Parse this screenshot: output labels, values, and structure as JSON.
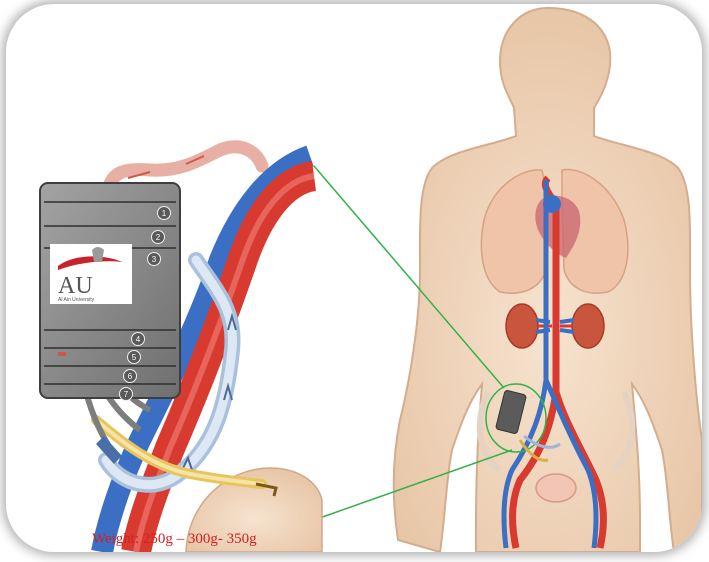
{
  "caption": {
    "weight_text": "Weight: 250g – 300g- 350g"
  },
  "device": {
    "logo_text": "AU",
    "logo_subtext": "Al Ain University",
    "slot_numbers": [
      "1",
      "2",
      "3",
      "4",
      "5",
      "6",
      "7"
    ]
  },
  "colors": {
    "artery": "#d93a30",
    "vein": "#3a6fc4",
    "skin": "#f3dcc6",
    "device": "#8d8d8d",
    "callout_line": "#32b24a",
    "caption": "#d42020"
  }
}
